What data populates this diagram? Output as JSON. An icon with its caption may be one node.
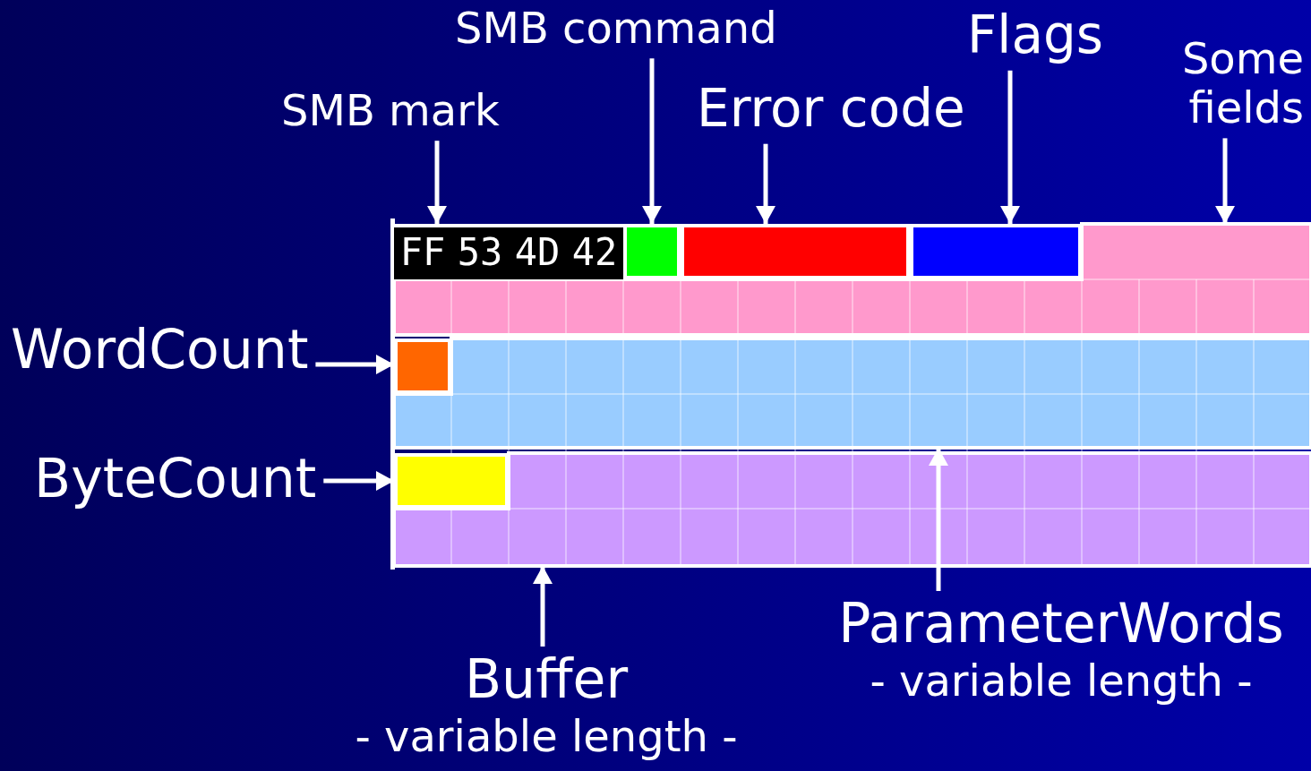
{
  "diagram": {
    "nodes": [
      {
        "text": [
          "SMB command"
        ]
      },
      {
        "text": [
          "Flags"
        ]
      },
      {
        "text": [
          "Some fields"
        ]
      },
      {
        "text": [
          "Error code"
        ]
      },
      {
        "text": [
          "SMB mark"
        ]
      },
      {
        "text": [
          "FF",
          "53",
          "4D",
          "42"
        ]
      },
      {
        "text": [],
        "shape": "box"
      },
      {
        "text": [],
        "shape": "box"
      },
      {
        "text": [],
        "shape": "box"
      },
      {
        "text": [],
        "shape": "box"
      },
      {
        "text": [
          "WordCount"
        ]
      },
      {
        "text": [],
        "shape": "box"
      },
      {
        "text": [],
        "shape": "box"
      },
      {
        "text": [
          "ByteCount"
        ]
      },
      {
        "text": [],
        "shape": "box"
      },
      {
        "text": [],
        "shape": "box"
      },
      {
        "text": [
          "ParameterWords",
          "- variable length -"
        ]
      },
      {
        "text": [
          "Buffer",
          "- variable length -"
        ]
      }
    ],
    "edges": [
      {
        "from": 0,
        "to": 6,
        "arrow": "to"
      },
      {
        "from": 1,
        "to": 8,
        "arrow": "to"
      },
      {
        "from": 2,
        "to": 9,
        "arrow": "to"
      },
      {
        "from": 3,
        "to": 7,
        "arrow": "to"
      },
      {
        "from": 4,
        "to": 5,
        "arrow": "to"
      },
      {
        "from": 10,
        "to": 11,
        "arrow": "to"
      },
      {
        "from": 13,
        "to": 14,
        "arrow": "to"
      },
      {
        "from": 16,
        "to": 12,
        "arrow": "to"
      },
      {
        "from": 17,
        "to": 15,
        "arrow": "to"
      }
    ]
  }
}
